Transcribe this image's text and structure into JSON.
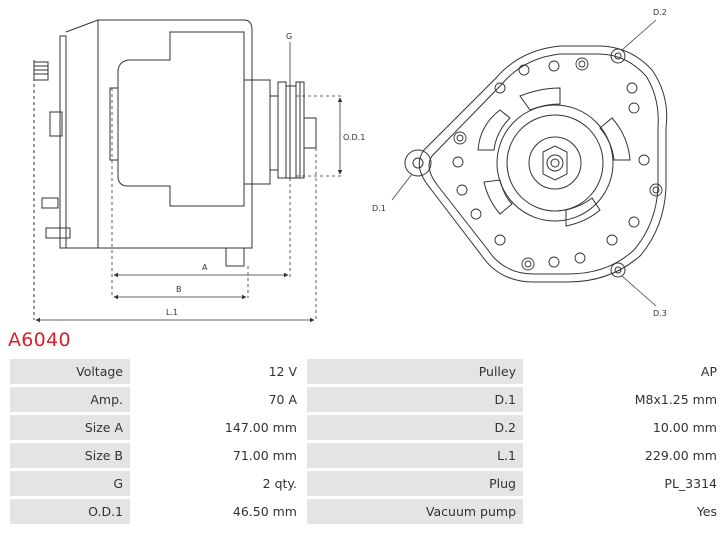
{
  "diagram": {
    "labels": {
      "g": "G",
      "od1": "O.D.1",
      "a": "A",
      "b": "B",
      "l1": "L.1",
      "d1": "D.1",
      "d2": "D.2",
      "d3": "D.3"
    }
  },
  "part_number": "A6040",
  "specs": [
    {
      "label": "Voltage",
      "value": "12 V",
      "label2": "Pulley",
      "value2": "AP"
    },
    {
      "label": "Amp.",
      "value": "70 A",
      "label2": "D.1",
      "value2": "M8x1.25 mm"
    },
    {
      "label": "Size A",
      "value": "147.00 mm",
      "label2": "D.2",
      "value2": "10.00 mm"
    },
    {
      "label": "Size B",
      "value": "71.00 mm",
      "label2": "L.1",
      "value2": "229.00 mm"
    },
    {
      "label": "G",
      "value": "2 qty.",
      "label2": "Plug",
      "value2": "PL_3314"
    },
    {
      "label": "O.D.1",
      "value": "46.50 mm",
      "label2": "Vacuum pump",
      "value2": "Yes"
    }
  ]
}
